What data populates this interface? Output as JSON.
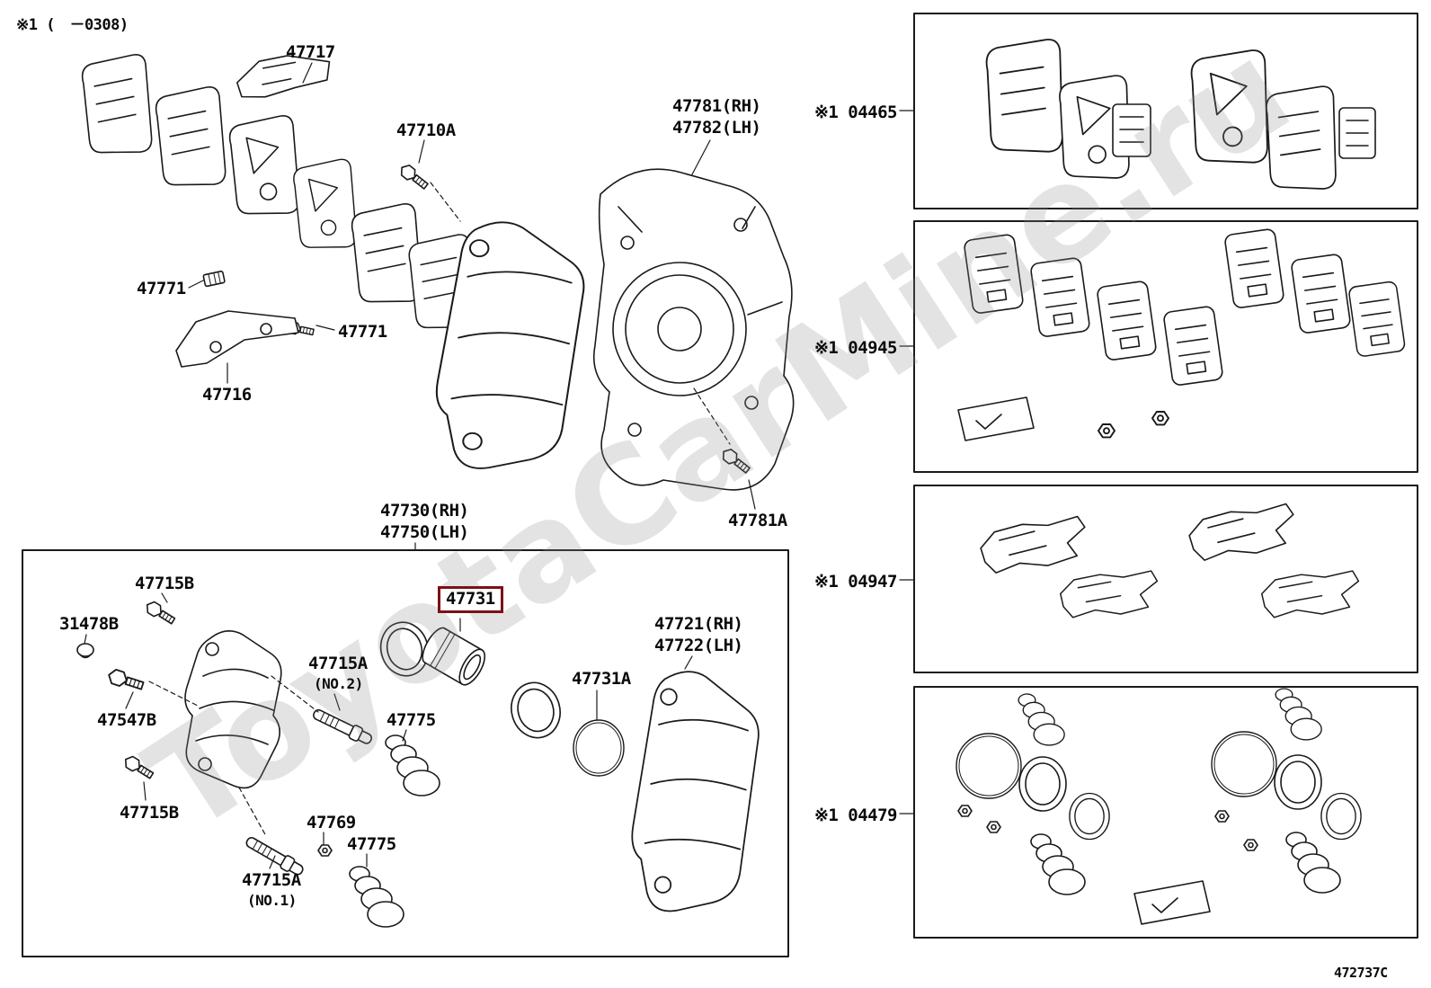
{
  "note": "※1 (　－0308)",
  "watermark": {
    "text": "ToyotaCarMine.ru"
  },
  "highlight": {
    "part": "47731",
    "color": "#7c1116"
  },
  "labels": {
    "p47717": "47717",
    "p47710A": "47710A",
    "p47781": "47781(RH)",
    "p47782": "47782(LH)",
    "p47771_left": "47771",
    "p47771_right": "47771",
    "p47716": "47716",
    "p47781A": "47781A",
    "p47730": "47730(RH)",
    "p47750": "47750(LH)",
    "p47715B_top": "47715B",
    "p31478B": "31478B",
    "p47547B": "47547B",
    "p47715A_no2": "47715A",
    "p47715A_no2_sub": "(NO.2)",
    "p47731": "47731",
    "p47775_upper": "47775",
    "p47731A": "47731A",
    "p47721": "47721(RH)",
    "p47722": "47722(LH)",
    "p47715B_bottom": "47715B",
    "p47769": "47769",
    "p47715A_no1": "47715A",
    "p47715A_no1_sub": "(NO.1)",
    "p47775_lower": "47775"
  },
  "kits": {
    "kit_04465": "※1 04465",
    "kit_04945": "※1 04945",
    "kit_04947": "※1 04947",
    "kit_04479": "※1 04479"
  },
  "footer": {
    "diagram_code": "472737C"
  }
}
